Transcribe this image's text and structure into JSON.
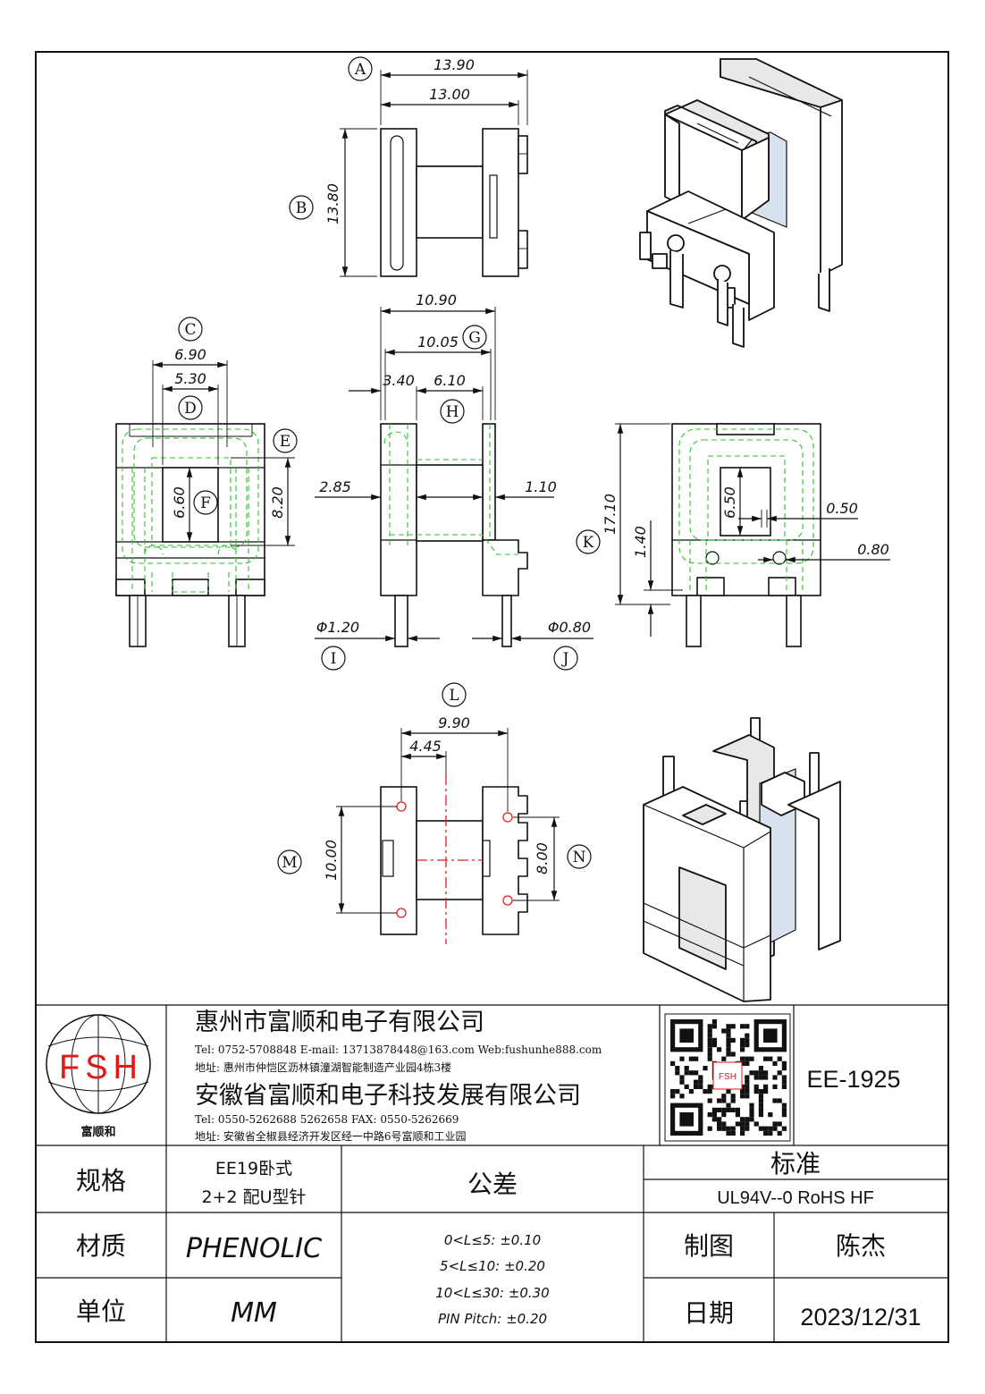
{
  "dimensions": {
    "A": {
      "letter": "A",
      "outer": "13.90",
      "inner": "13.00"
    },
    "B": {
      "letter": "B",
      "value": "13.80"
    },
    "C": {
      "letter": "C",
      "value": "6.90"
    },
    "D": {
      "letter": "D",
      "value": "5.30"
    },
    "E": {
      "letter": "E"
    },
    "F": {
      "letter": "F",
      "value": "6.60"
    },
    "E_height": "8.20",
    "overall_width": "10.90",
    "G": {
      "letter": "G",
      "value": "10.05"
    },
    "H": {
      "letter": "H",
      "left": "3.40",
      "mid": "6.10"
    },
    "left_gap": "2.85",
    "right_gap": "1.10",
    "I": {
      "letter": "I",
      "value": "Φ1.20"
    },
    "J": {
      "letter": "J",
      "value": "Φ0.80"
    },
    "K": {
      "letter": "K",
      "height": "17.10",
      "pin": "1.40"
    },
    "window_height": "6.50",
    "slot": "0.50",
    "hole": "0.80",
    "L": {
      "letter": "L",
      "value": "9.90",
      "half": "4.45"
    },
    "M": {
      "letter": "M",
      "value": "10.00"
    },
    "N": {
      "letter": "N",
      "value": "8.00"
    }
  },
  "title_block": {
    "logo_text": "FSH",
    "logo_sub": "富顺和",
    "company1": "惠州市富顺和电子有限公司",
    "company1_contact": "Tel: 0752-5708848  E-mail: 13713878448@163.com  Web:fushunhe888.com",
    "company1_address": "地址: 惠州市仲恺区沥林镇潼湖智能制造产业园4栋3楼",
    "company2": "安徽省富顺和电子科技发展有限公司",
    "company2_contact": "Tel:  0550-5262688  5262658     FAX: 0550-5262669",
    "company2_address": "地址: 安徽省全椒县经济开发区经一中路6号富顺和工业园",
    "qr_label": "FSH",
    "part_number": "EE-1925",
    "spec_label": "规格",
    "spec_value_1": "EE19卧式",
    "spec_value_2": "2+2 配U型针",
    "tolerance_label": "公差",
    "standard_label": "标准",
    "standard_value": "UL94V--0  RoHS HF",
    "material_label": "材质",
    "material_value": "PHENOLIC",
    "tol_1": "0<L≤5: ±0.10",
    "tol_2": "5<L≤10: ±0.20",
    "tol_3": "10<L≤30: ±0.30",
    "tol_4": "PIN Pitch: ±0.20",
    "drawn_label": "制图",
    "drawn_value": "陈杰",
    "unit_label": "单位",
    "unit_value": "MM",
    "date_label": "日期",
    "date_value": "2023/12/31"
  }
}
